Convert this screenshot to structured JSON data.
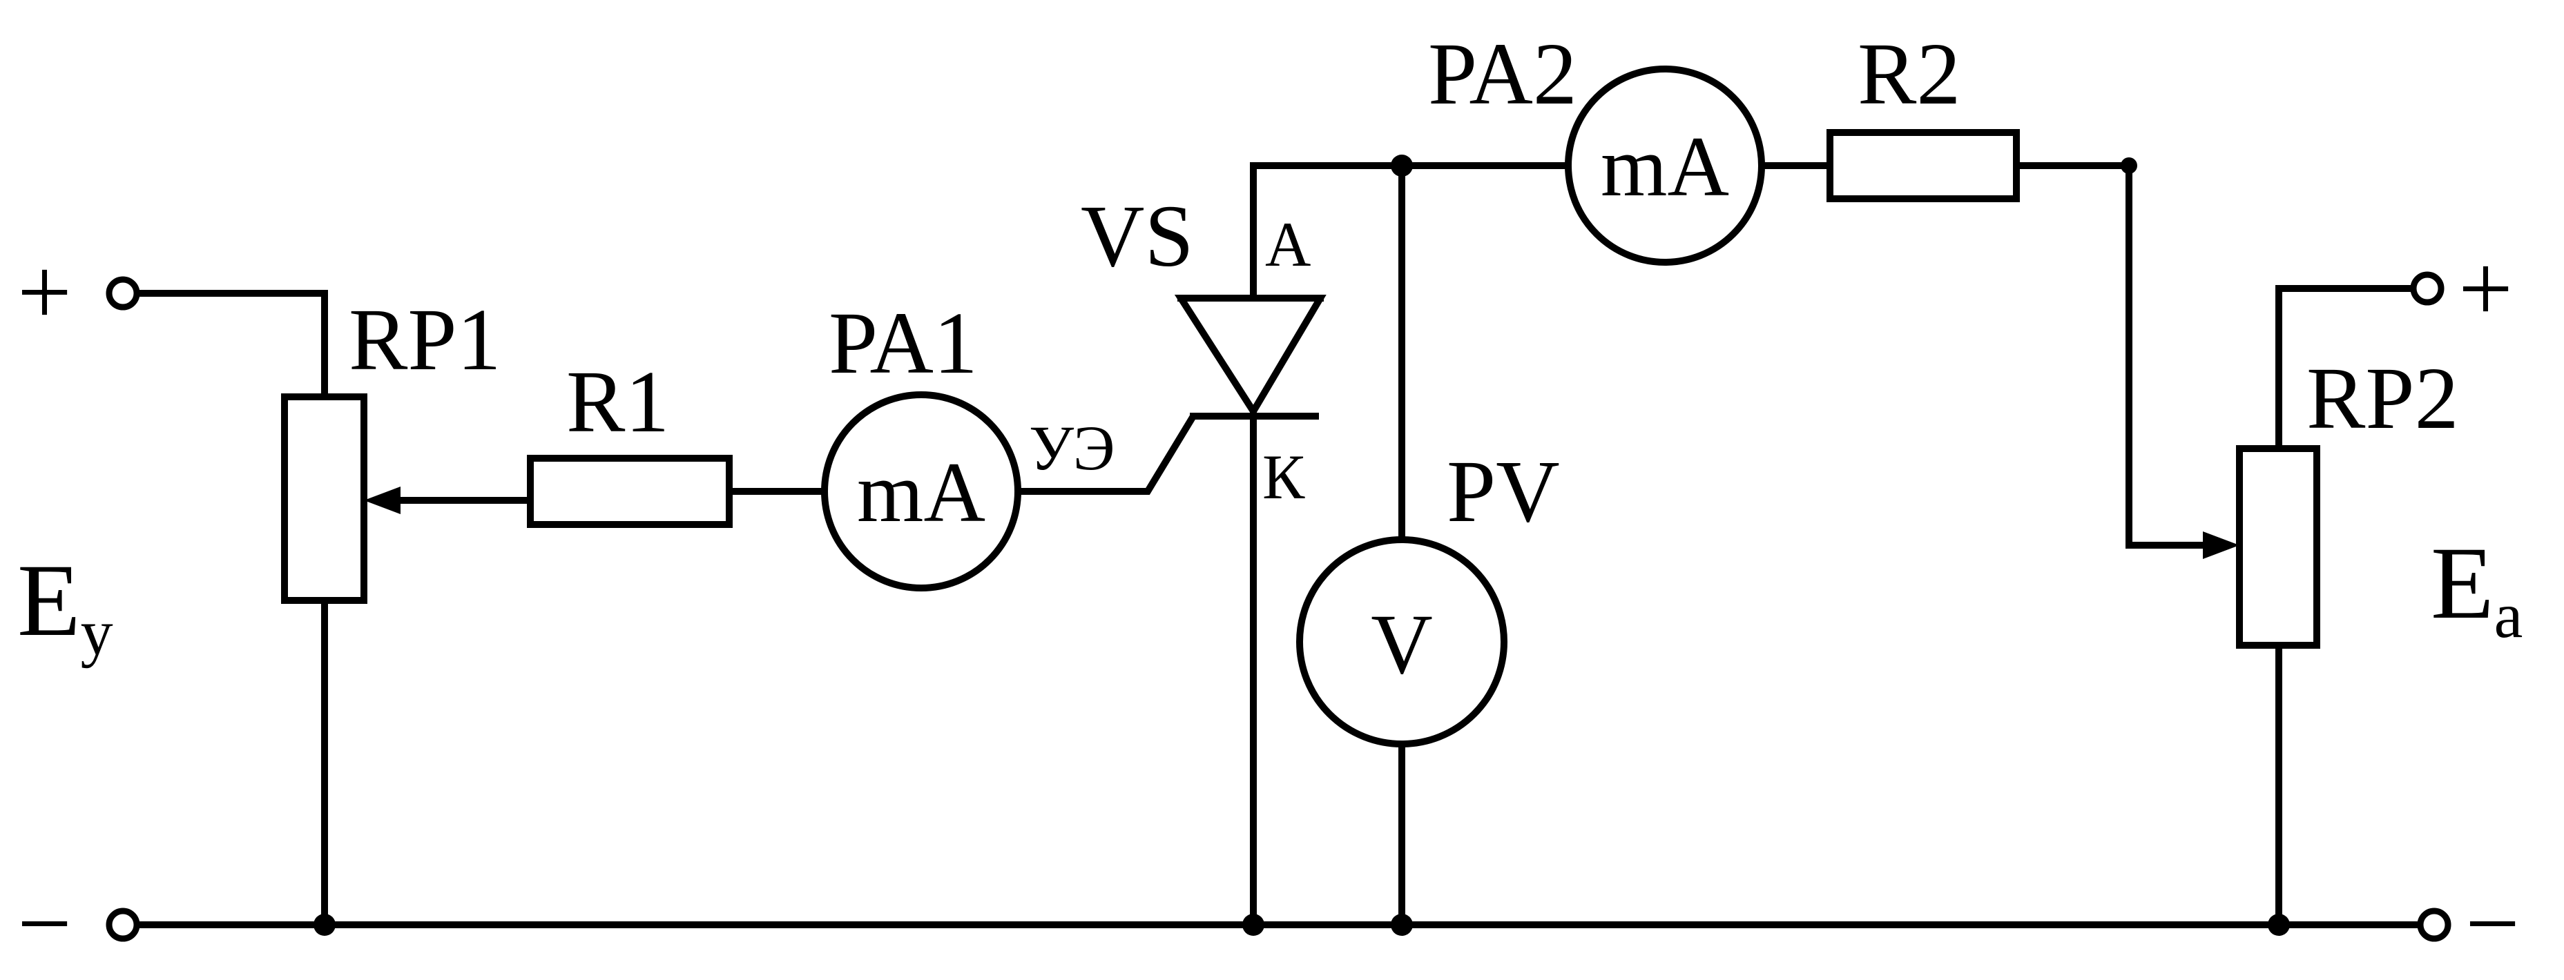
{
  "diagram": {
    "sources": {
      "left": {
        "name": "E",
        "subscript": "у",
        "plus": "+",
        "minus": "−"
      },
      "right": {
        "name": "E",
        "subscript": "a",
        "plus": "+",
        "minus": "−"
      }
    },
    "components": {
      "rp1": "RP1",
      "rp2": "RP2",
      "r1": "R1",
      "r2": "R2",
      "pa1": {
        "label": "PA1",
        "unit": "mA"
      },
      "pa2": {
        "label": "PA2",
        "unit": "mA"
      },
      "pv": {
        "label": "PV",
        "unit": "V"
      },
      "vs": {
        "label": "VS",
        "anode": "А",
        "cathode": "К",
        "control": "УЭ"
      }
    }
  }
}
